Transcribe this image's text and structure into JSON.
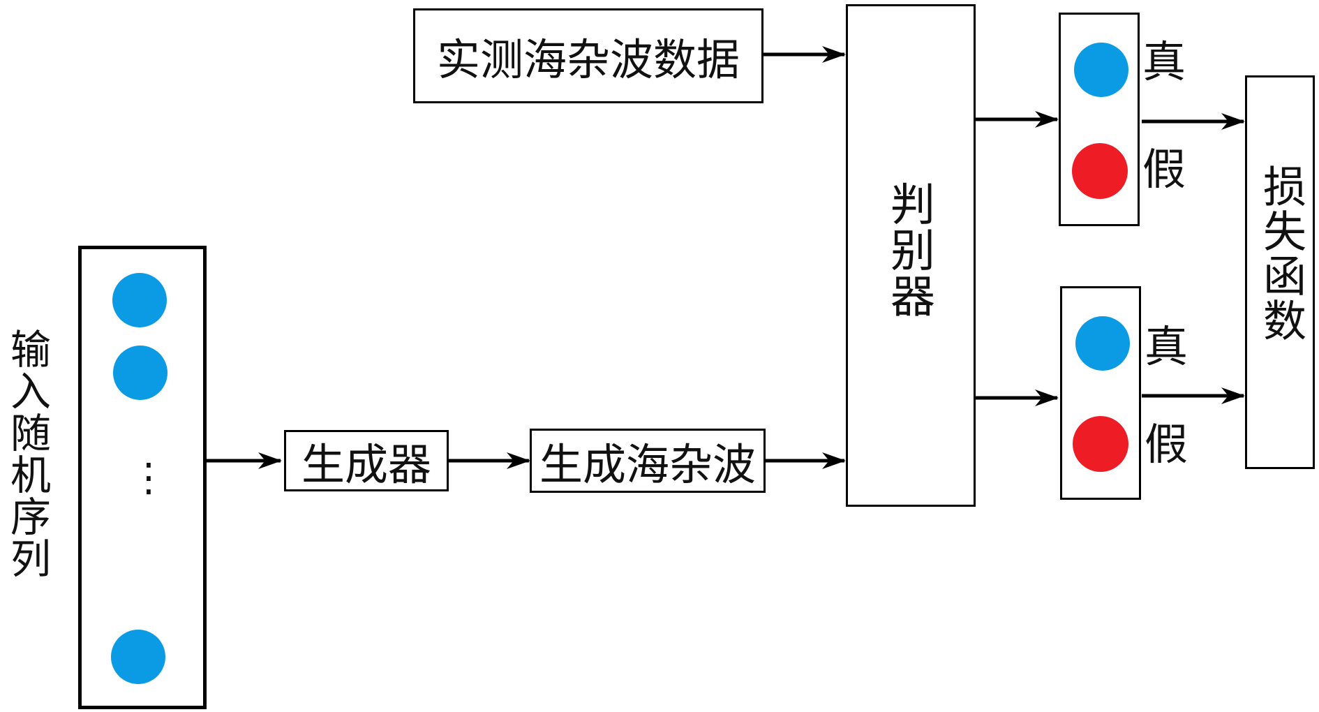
{
  "input_label": "输入随机序列",
  "input_ellipsis": "⋮",
  "generator_label": "生成器",
  "generated_clutter_label": "生成海杂波",
  "measured_data_label": "实测海杂波数据",
  "discriminator_label": "判别器",
  "loss_label": "损失函数",
  "upper_output": {
    "true_label": "真",
    "false_label": "假"
  },
  "lower_output": {
    "true_label": "真",
    "false_label": "假"
  },
  "colors": {
    "true_dot": "#0a9be4",
    "false_dot": "#ee1c25",
    "line": "#000000"
  }
}
